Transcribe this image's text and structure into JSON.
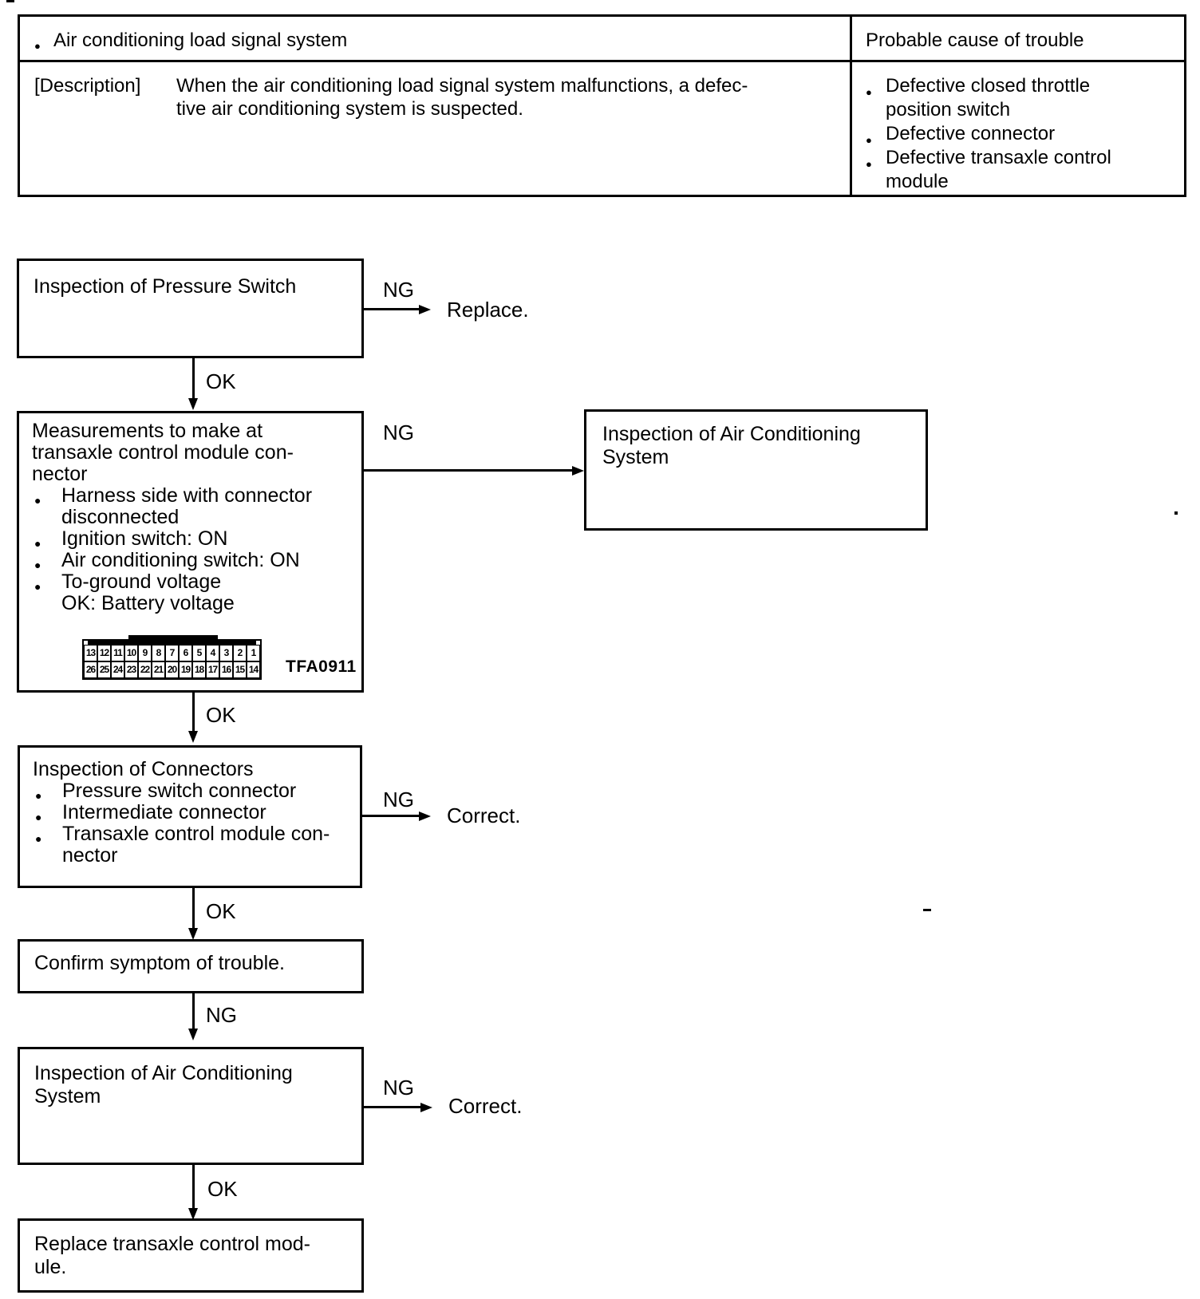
{
  "table": {
    "header_left": "Air conditioning load signal system",
    "header_right": "Probable cause of trouble",
    "description_label": "[Description]",
    "description_text": "When the air conditioning load signal system malfunctions, a defec-\ntive air conditioning system is suspected.",
    "causes": [
      "Defective closed throttle\nposition switch",
      "Defective connector",
      "Defective transaxle control\nmodule"
    ]
  },
  "flow": {
    "box1": {
      "text": "Inspection of Pressure Switch"
    },
    "edge1": {
      "label": "NG",
      "result": "Replace."
    },
    "down1": {
      "label": "OK"
    },
    "box2": {
      "title": "Measurements to make at\ntransaxle control module con-\nnector",
      "bullets": [
        "Harness side with connector\ndisconnected",
        "Ignition switch: ON",
        "Air conditioning switch: ON",
        "To-ground voltage\nOK: Battery voltage"
      ],
      "connector": {
        "code": "TFA0911",
        "pins_top": [
          "13",
          "12",
          "11",
          "10",
          "9",
          "8",
          "7",
          "6",
          "5",
          "4",
          "3",
          "2",
          "1"
        ],
        "pins_bottom": [
          "26",
          "25",
          "24",
          "23",
          "22",
          "21",
          "20",
          "19",
          "18",
          "17",
          "16",
          "15",
          "14"
        ]
      }
    },
    "edge2": {
      "label": "NG"
    },
    "box2r": {
      "text": "Inspection of Air Conditioning\nSystem"
    },
    "down2": {
      "label": "OK"
    },
    "box3": {
      "title": "Inspection of Connectors",
      "bullets": [
        "Pressure switch connector",
        "Intermediate connector",
        "Transaxle control module con-\nnector"
      ]
    },
    "edge3": {
      "label": "NG",
      "result": "Correct."
    },
    "down3": {
      "label": "OK"
    },
    "box4": {
      "text": "Confirm symptom of trouble."
    },
    "down4": {
      "label": "NG"
    },
    "box5": {
      "text": "Inspection of Air Conditioning\nSystem"
    },
    "edge5": {
      "label": "NG",
      "result": "Correct."
    },
    "down5": {
      "label": "OK"
    },
    "box6": {
      "text": "Replace transaxle control mod-\nule."
    }
  }
}
